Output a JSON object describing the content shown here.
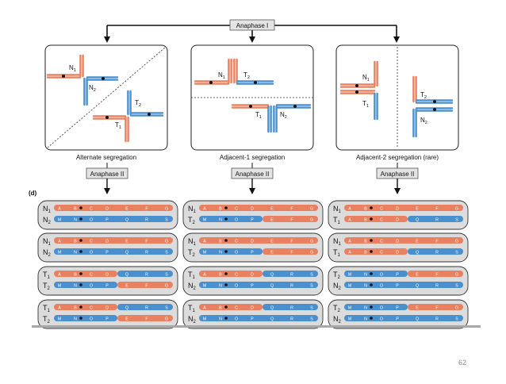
{
  "title": "Anaphase I",
  "anaphase2_label": "Anaphase II",
  "part_label": "(d)",
  "page_number": "62",
  "colors": {
    "orange": "#e9805f",
    "blue": "#4a8fce",
    "panel_bg": "#dcdcdc",
    "box_bg": "#e4e4e4"
  },
  "chromosome_labels": {
    "N1": "N",
    "N2": "N",
    "T1": "T",
    "T2": "T",
    "sub1": "1",
    "sub2": "2"
  },
  "panels": [
    {
      "caption": "Alternate segregation"
    },
    {
      "caption": "Adjacent-1 segregation"
    },
    {
      "caption": "Adjacent-2 segregation (rare)"
    }
  ],
  "genes": {
    "orange": [
      "A",
      "B",
      "C",
      "D",
      "E",
      "F",
      "G"
    ],
    "blue": [
      "M",
      "N",
      "O",
      "P",
      "Q",
      "R",
      "S"
    ]
  },
  "columns": [
    {
      "pairs": [
        [
          {
            "n": "N",
            "s": "1",
            "type": "N1"
          },
          {
            "n": "N",
            "s": "2",
            "type": "N2"
          }
        ],
        [
          {
            "n": "N",
            "s": "1",
            "type": "N1"
          },
          {
            "n": "N",
            "s": "2",
            "type": "N2"
          }
        ],
        [
          {
            "n": "T",
            "s": "1",
            "type": "T1"
          },
          {
            "n": "T",
            "s": "2",
            "type": "T2"
          }
        ],
        [
          {
            "n": "T",
            "s": "1",
            "type": "T1"
          },
          {
            "n": "T",
            "s": "2",
            "type": "T2"
          }
        ]
      ]
    },
    {
      "pairs": [
        [
          {
            "n": "N",
            "s": "1",
            "type": "N1"
          },
          {
            "n": "T",
            "s": "2",
            "type": "T2"
          }
        ],
        [
          {
            "n": "N",
            "s": "1",
            "type": "N1"
          },
          {
            "n": "T",
            "s": "2",
            "type": "T2"
          }
        ],
        [
          {
            "n": "T",
            "s": "1",
            "type": "T1"
          },
          {
            "n": "N",
            "s": "2",
            "type": "N2"
          }
        ],
        [
          {
            "n": "T",
            "s": "1",
            "type": "T1"
          },
          {
            "n": "N",
            "s": "2",
            "type": "N2"
          }
        ]
      ]
    },
    {
      "pairs": [
        [
          {
            "n": "N",
            "s": "1",
            "type": "N1"
          },
          {
            "n": "T",
            "s": "1",
            "type": "T1"
          }
        ],
        [
          {
            "n": "N",
            "s": "1",
            "type": "N1"
          },
          {
            "n": "T",
            "s": "1",
            "type": "T1"
          }
        ],
        [
          {
            "n": "T",
            "s": "2",
            "type": "T2"
          },
          {
            "n": "N",
            "s": "2",
            "type": "N2"
          }
        ],
        [
          {
            "n": "T",
            "s": "2",
            "type": "T2"
          },
          {
            "n": "N",
            "s": "2",
            "type": "N2"
          }
        ]
      ]
    }
  ]
}
